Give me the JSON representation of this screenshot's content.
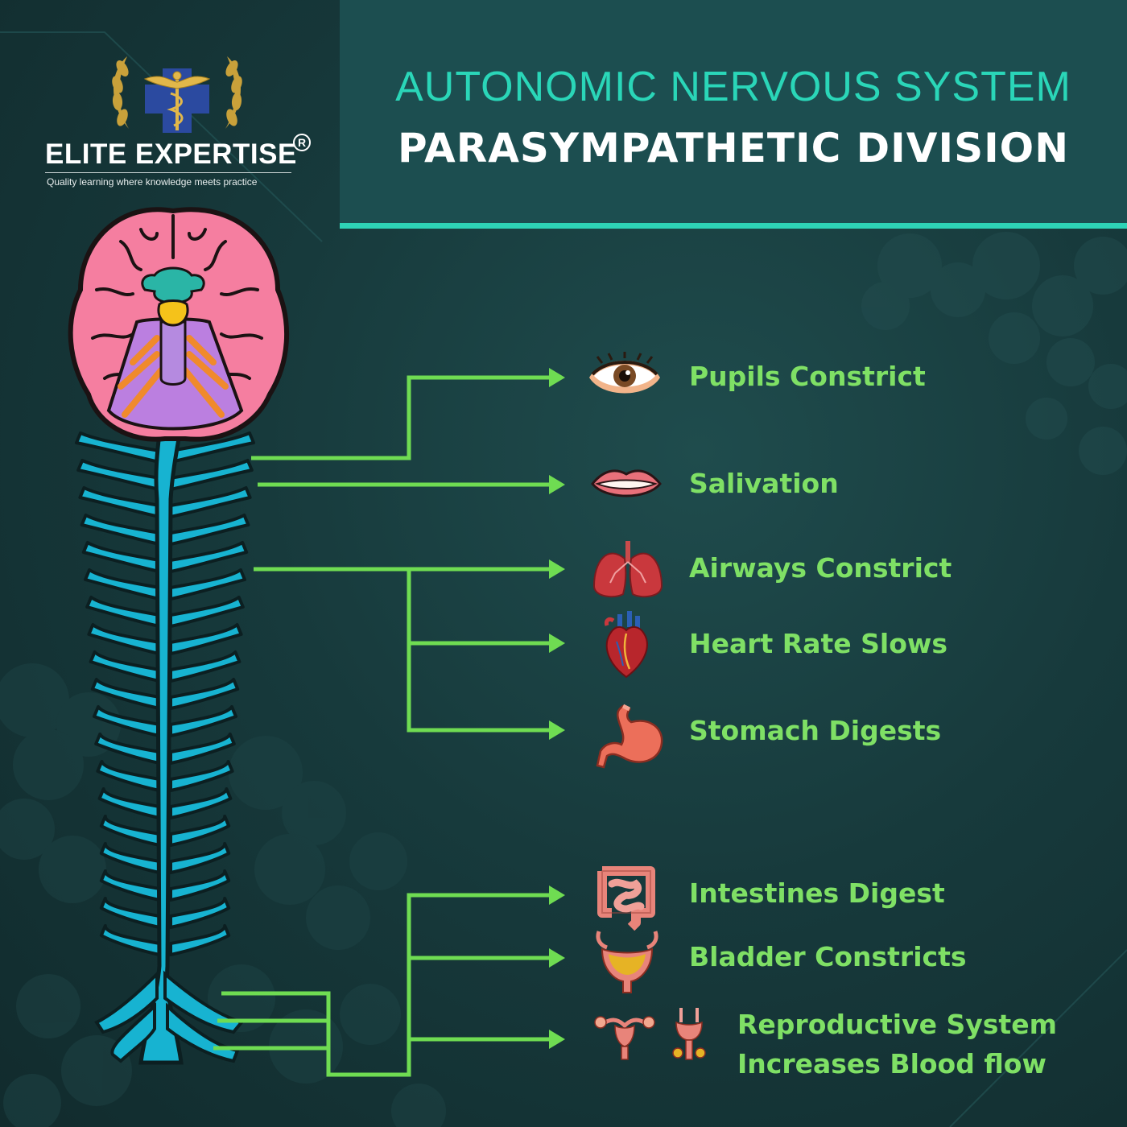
{
  "brand": {
    "name": "ELITE EXPERTISE",
    "registered_mark": "R",
    "tagline": "Quality learning where knowledge meets practice"
  },
  "header": {
    "title": "AUTONOMIC NERVOUS SYSTEM",
    "subtitle": "PARASYMPATHETIC DIVISION"
  },
  "effects": [
    {
      "label": "Pupils Constrict",
      "icon": "eye-icon"
    },
    {
      "label": "Salivation",
      "icon": "lips-icon"
    },
    {
      "label": "Airways Constrict",
      "icon": "lungs-icon"
    },
    {
      "label": "Heart Rate Slows",
      "icon": "heart-icon"
    },
    {
      "label": "Stomach Digests",
      "icon": "stomach-icon"
    },
    {
      "label": "Intestines Digest",
      "icon": "intestines-icon"
    },
    {
      "label": "Bladder Constricts",
      "icon": "bladder-icon"
    },
    {
      "label_line1": "Reproductive System",
      "label_line2": "Increases Blood flow",
      "icon": "reproductive-organs-icon"
    }
  ],
  "colors": {
    "accent": "#2ad6b8",
    "label_green": "#7fe065",
    "arrow_green": "#6fdc52",
    "spinal_cord": "#17b3d1",
    "brain": "#f57ea0"
  }
}
